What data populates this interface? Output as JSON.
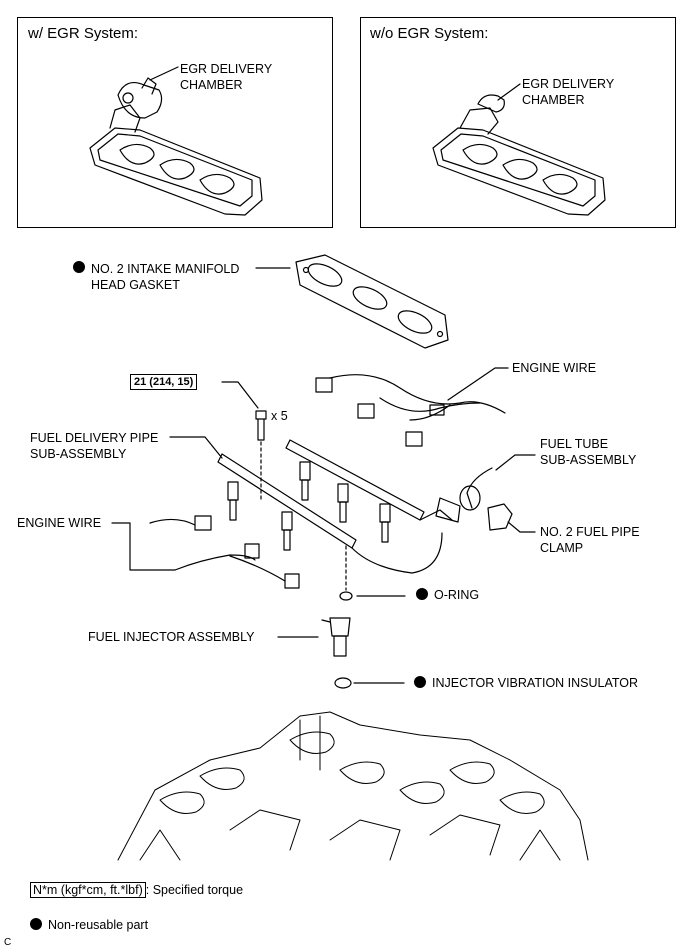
{
  "panels": {
    "with_egr": {
      "title": "w/ EGR System:",
      "part_label": "EGR DELIVERY\nCHAMBER"
    },
    "without_egr": {
      "title": "w/o EGR System:",
      "part_label": "EGR DELIVERY\nCHAMBER"
    }
  },
  "labels": {
    "gasket": "NO. 2 INTAKE MANIFOLD\nHEAD GASKET",
    "engine_wire_top": "ENGINE WIRE",
    "torque_spec": "21 (214, 15)",
    "bolt_qty": "x 5",
    "fuel_delivery_pipe": "FUEL DELIVERY PIPE\nSUB-ASSEMBLY",
    "fuel_tube": "FUEL TUBE\nSUB-ASSEMBLY",
    "engine_wire_left": "ENGINE WIRE",
    "fuel_pipe_clamp": "NO. 2 FUEL PIPE\nCLAMP",
    "o_ring": "O-RING",
    "fuel_injector": "FUEL INJECTOR ASSEMBLY",
    "injector_insulator": "INJECTOR VIBRATION INSULATOR"
  },
  "legend": {
    "torque_unit": "N*m (kgf*cm, ft.*lbf)",
    "torque_text": ": Specified torque",
    "nonreusable_text": "Non-reusable part"
  },
  "corner_mark": "C"
}
